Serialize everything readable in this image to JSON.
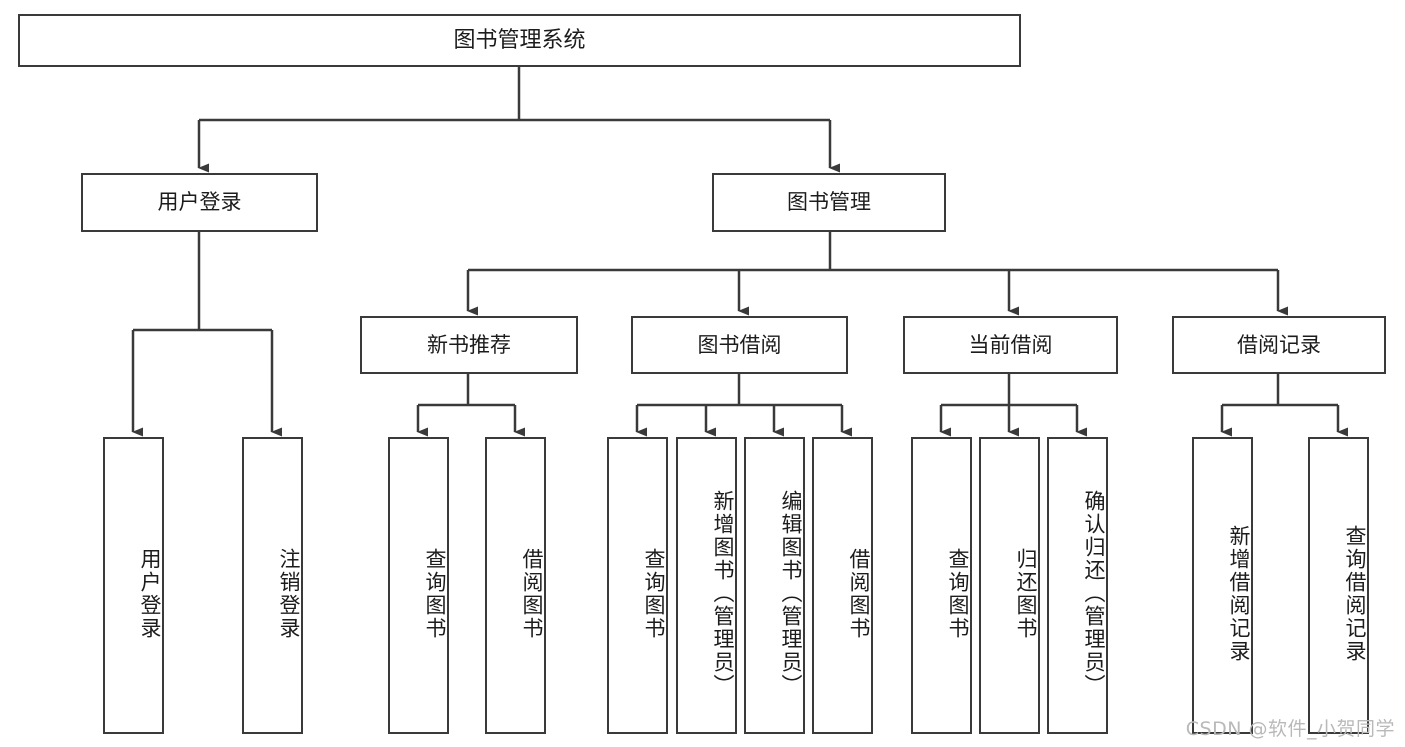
{
  "diagram": {
    "title": "图书管理系统",
    "type": "tree-hierarchy-diagram",
    "accent_color": "#3a3a3a",
    "background_color": "#ffffff"
  },
  "root": {
    "label": "图书管理系统"
  },
  "level2": [
    {
      "label": "用户登录"
    },
    {
      "label": "图书管理"
    }
  ],
  "level3": [
    {
      "label": "新书推荐"
    },
    {
      "label": "图书借阅"
    },
    {
      "label": "当前借阅"
    },
    {
      "label": "借阅记录"
    }
  ],
  "leaves": {
    "user_login": [
      {
        "label": "用户登录"
      },
      {
        "label": "注销登录"
      }
    ],
    "new_book_recommend": [
      {
        "label": "查询图书"
      },
      {
        "label": "借阅图书"
      }
    ],
    "book_borrow": [
      {
        "label": "查询图书"
      },
      {
        "label": "新增图书（管理员）"
      },
      {
        "label": "编辑图书（管理员）"
      },
      {
        "label": "借阅图书"
      }
    ],
    "current_borrow": [
      {
        "label": "查询图书"
      },
      {
        "label": "归还图书"
      },
      {
        "label": "确认归还（管理员）"
      }
    ],
    "borrow_records": [
      {
        "label": "新增借阅记录"
      },
      {
        "label": "查询借阅记录"
      }
    ]
  },
  "watermark": {
    "text": "CSDN @软件_小贺同学"
  }
}
